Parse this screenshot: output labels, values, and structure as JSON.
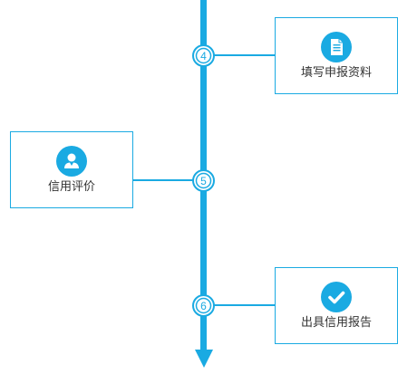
{
  "diagram": {
    "accent_color": "#1aaae2",
    "steps": [
      {
        "number": "4",
        "label": "填写申报资料",
        "icon": "document-icon",
        "side": "right"
      },
      {
        "number": "5",
        "label": "信用评价",
        "icon": "user-icon",
        "side": "left"
      },
      {
        "number": "6",
        "label": "出具信用报告",
        "icon": "checkmark-icon",
        "side": "right"
      }
    ]
  }
}
